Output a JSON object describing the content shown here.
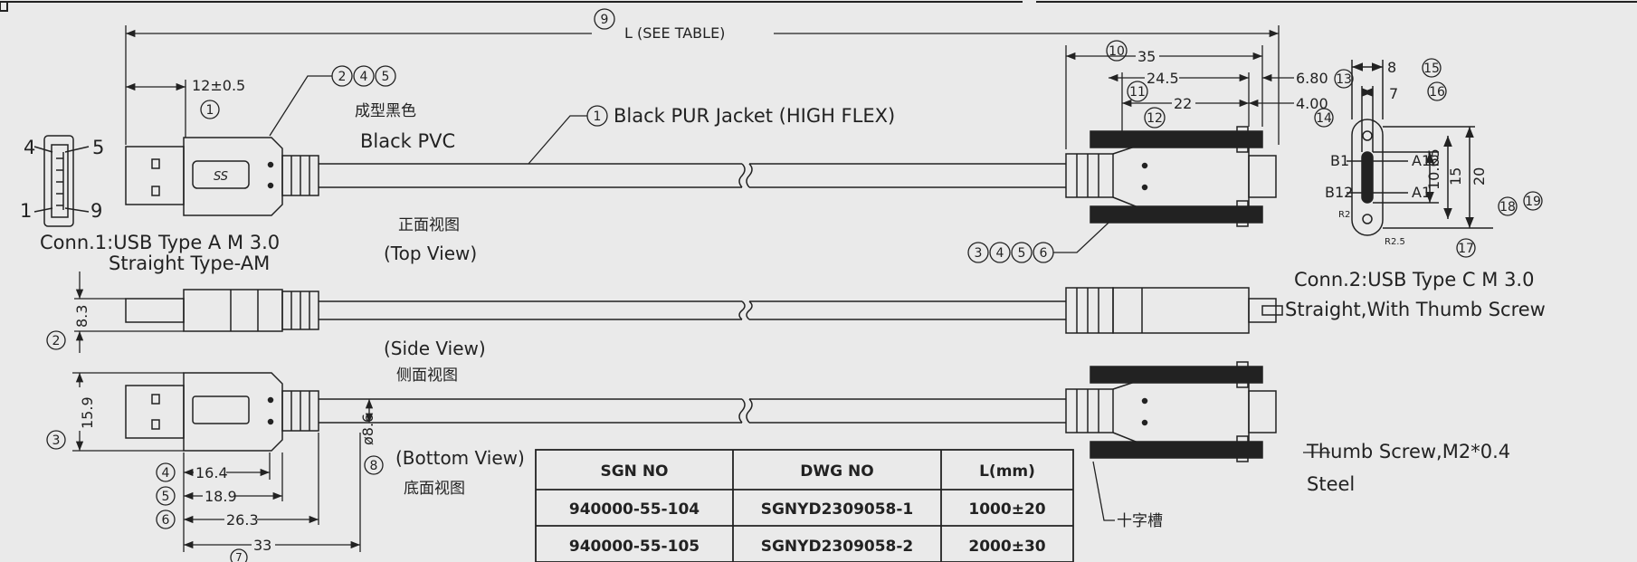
{
  "dimensions": {
    "L": "L (SEE TABLE)",
    "d12": "12±0.5",
    "d35": "35",
    "d24_5": "24.5",
    "d22": "22",
    "d6_80": "6.80",
    "d4_00": "4.00",
    "d8": "8",
    "d7": "7",
    "d10_65": "10.65",
    "d15": "15",
    "d20": "20",
    "d8_3": "8.3",
    "d15_9": "15.9",
    "d16_4": "16.4",
    "d18_9": "18.9",
    "d26_3": "26.3",
    "d33": "33",
    "dia8_6": "ø8.6"
  },
  "balloons": {
    "n1": "1",
    "n2": "2",
    "n3": "3",
    "n4": "4",
    "n5": "5",
    "n6": "6",
    "n7": "7",
    "n8": "8",
    "n9": "9",
    "n10": "10",
    "n11": "11",
    "n12": "12",
    "n13": "13",
    "n14": "14",
    "n15": "15",
    "n16": "16",
    "n17": "17",
    "n18": "18",
    "n19": "19"
  },
  "labels": {
    "molding_cn": "成型黑色",
    "molding_en": "Black PVC",
    "jacket": "Black PUR Jacket (HIGH FLEX)",
    "top_view_cn": "正面视图",
    "top_view_en": "(Top View)",
    "side_view_en": "(Side View)",
    "side_view_cn": "侧面视图",
    "bottom_view_en": "(Bottom View)",
    "bottom_view_cn": "底面视图",
    "conn1_line1": "Conn.1:USB Type A M 3.0",
    "conn1_line2": "Straight Type-AM",
    "conn2_line1": "Conn.2:USB Type C M 3.0",
    "conn2_line2": "Straight,With Thumb Screw",
    "thumb_screw_line1": "Thumb Screw,M2*0.4",
    "thumb_screw_line2": "Steel",
    "cross_slot_cn": "十字槽",
    "usb_logo": "SS",
    "pin4": "4",
    "pin5": "5",
    "pin1": "1",
    "pin9": "9",
    "b1": "B1",
    "b12": "B12",
    "a12": "A12",
    "a1": "A1",
    "r2": "R2",
    "r25": "R2.5"
  },
  "table": {
    "headers": [
      "SGN NO",
      "DWG NO",
      "L(mm)"
    ],
    "rows": [
      [
        "940000-55-104",
        "SGNYD2309058-1",
        "1000±20"
      ],
      [
        "940000-55-105",
        "SGNYD2309058-2",
        "2000±30"
      ]
    ]
  }
}
